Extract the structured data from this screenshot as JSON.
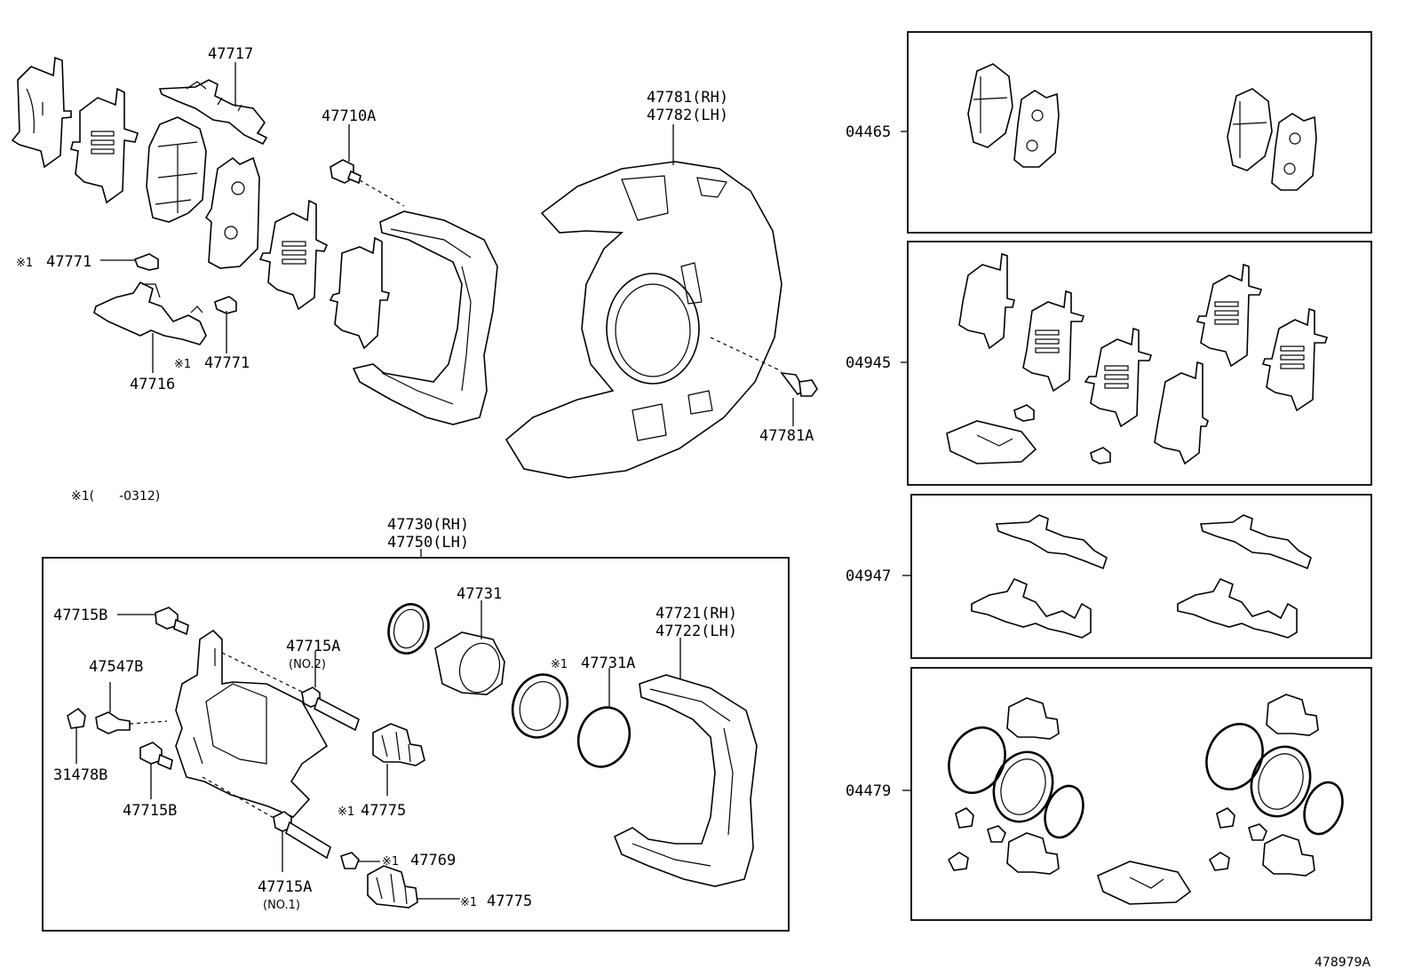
{
  "diagram": {
    "mark": "※1",
    "note": "※1(　　-0312)",
    "figure_id": "478979A",
    "labels": {
      "p47717": "47717",
      "p47710A": "47710A",
      "p47781": "47781(RH)",
      "p47782": "47782(LH)",
      "p47771_a": "47771",
      "p47771_b": "47771",
      "p47716": "47716",
      "p47781A": "47781A",
      "p47730": "47730(RH)",
      "p47750": "47750(LH)",
      "p47715B_top": "47715B",
      "p47547B": "47547B",
      "p31478B": "31478B",
      "p47715B_bot": "47715B",
      "p47715A_no2": "47715A",
      "no2": "(NO.2)",
      "p47775_a": "47775",
      "p47731": "47731",
      "p47731A": "47731A",
      "p47721": "47721(RH)",
      "p47722": "47722(LH)",
      "p47769": "47769",
      "p47715A_no1": "47715A",
      "no1": "(NO.1)",
      "p47775_b": "47775",
      "kit04465": "04465",
      "kit04945": "04945",
      "kit04947": "04947",
      "kit04479": "04479"
    }
  }
}
